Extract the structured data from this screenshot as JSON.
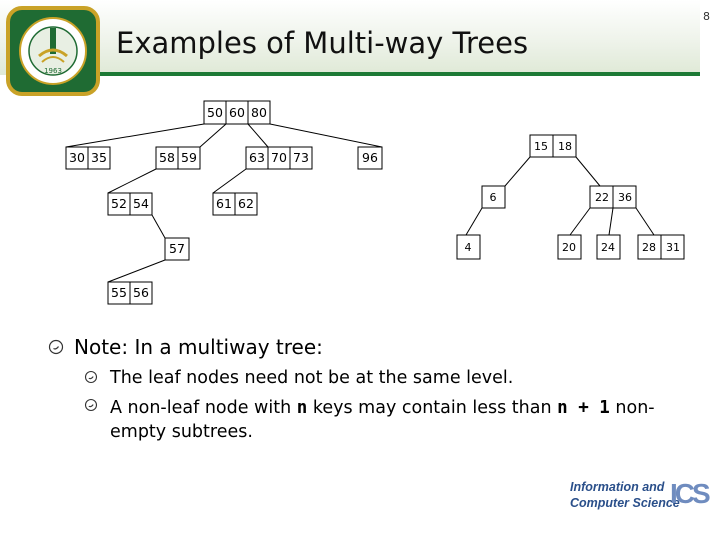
{
  "header": {
    "title": "Examples of Multi-way Trees",
    "page_number": "8",
    "logo_badge": "1963"
  },
  "left_tree": {
    "nodes": [
      {
        "id": "root",
        "keys": [
          "50",
          "60",
          "80"
        ]
      },
      {
        "id": "n1",
        "keys": [
          "30",
          "35"
        ]
      },
      {
        "id": "n2",
        "keys": [
          "58",
          "59"
        ]
      },
      {
        "id": "n3",
        "keys": [
          "63",
          "70",
          "73"
        ]
      },
      {
        "id": "n4",
        "keys": [
          "96"
        ]
      },
      {
        "id": "n5",
        "keys": [
          "52",
          "54"
        ]
      },
      {
        "id": "n6",
        "keys": [
          "61",
          "62"
        ]
      },
      {
        "id": "n7",
        "keys": [
          "57"
        ]
      },
      {
        "id": "n8",
        "keys": [
          "55",
          "56"
        ]
      }
    ]
  },
  "right_tree": {
    "nodes": [
      {
        "id": "r",
        "keys": [
          "15",
          "18"
        ]
      },
      {
        "id": "a",
        "keys": [
          "6"
        ]
      },
      {
        "id": "b",
        "keys": [
          "22",
          "36"
        ]
      },
      {
        "id": "c",
        "keys": [
          "4"
        ]
      },
      {
        "id": "d",
        "keys": [
          "20"
        ]
      },
      {
        "id": "e",
        "keys": [
          "24"
        ]
      },
      {
        "id": "f",
        "keys": [
          "28",
          "31"
        ]
      }
    ]
  },
  "bullets": {
    "main": "Note: In a multiway tree:",
    "sub1": "The leaf nodes need not be at the same level.",
    "sub2_a": "A non-leaf node with ",
    "sub2_n": "n",
    "sub2_b": " keys may contain less than ",
    "sub2_expr": "n + 1",
    "sub2_c": " non-empty subtrees."
  },
  "footer": {
    "line1": "Information and",
    "line2": "Computer Science",
    "mark": "ICS"
  },
  "colors": {
    "accent": "#1d7a35",
    "logo_gold": "#c9a227",
    "logo_green": "#1f6b33",
    "footer_blue": "#2a4f8a"
  }
}
